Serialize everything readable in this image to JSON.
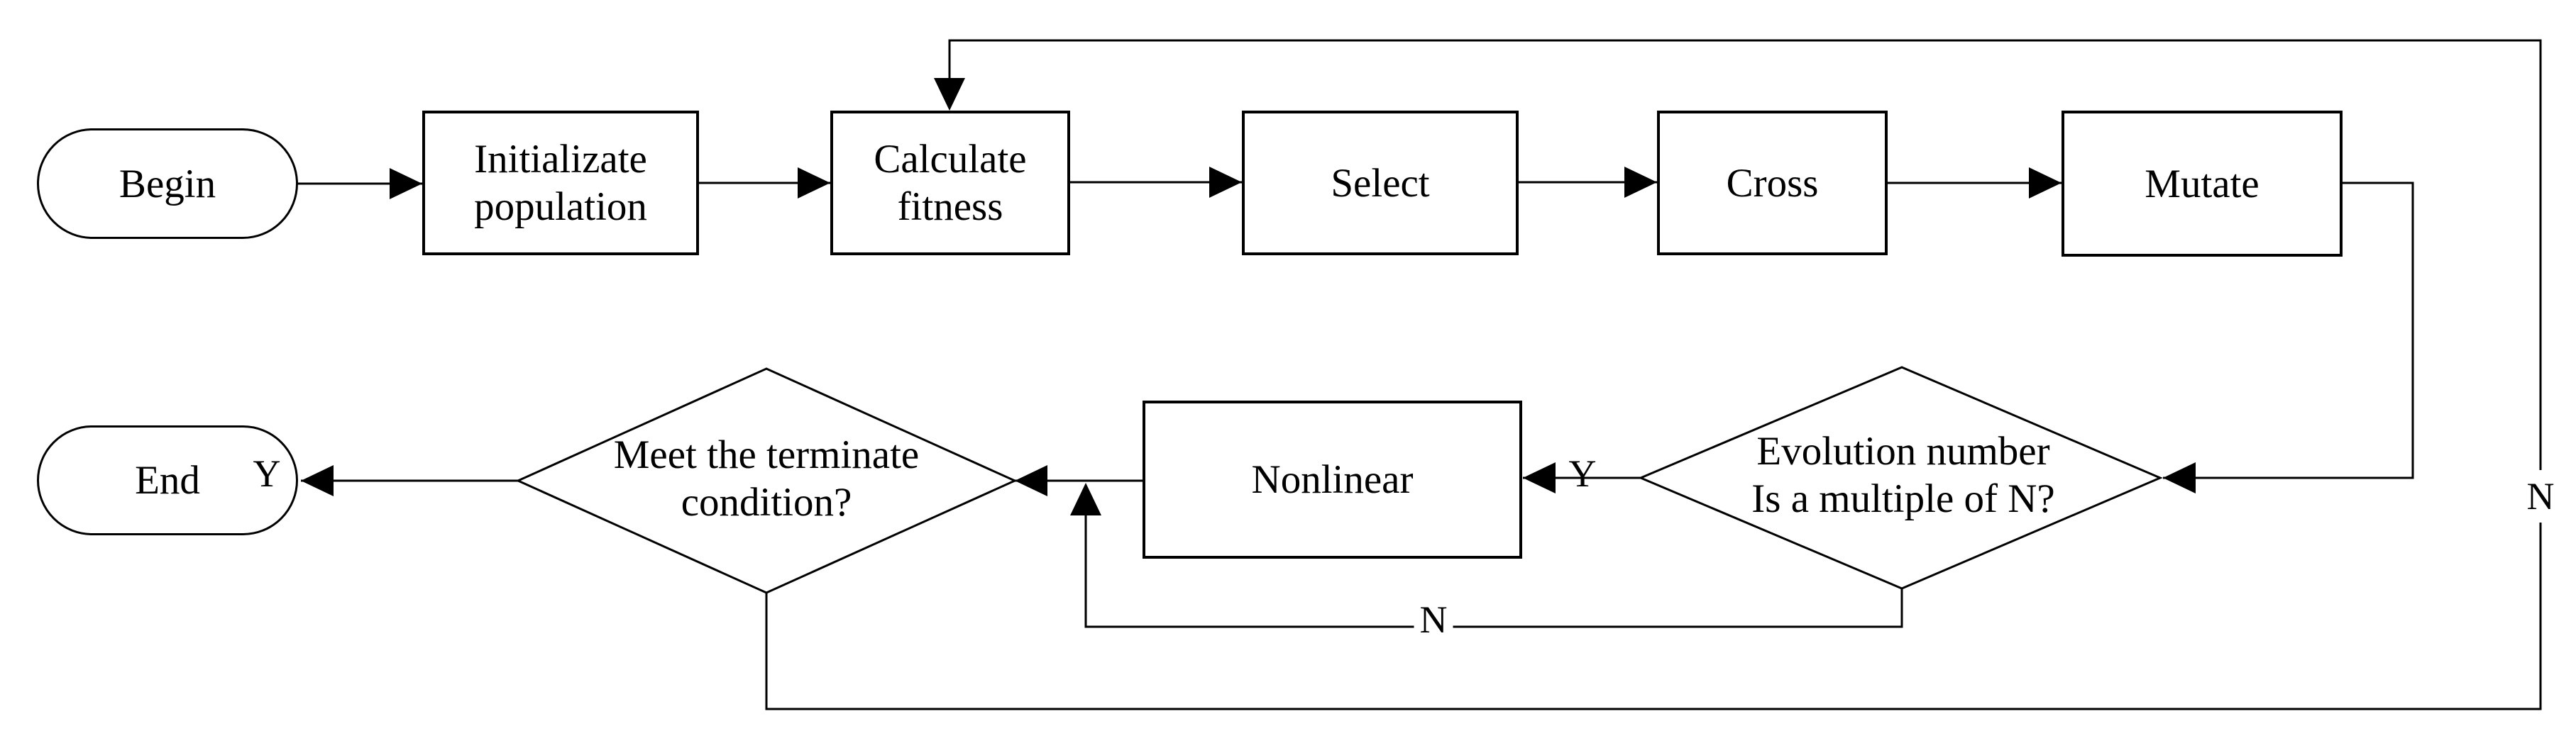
{
  "diagram": {
    "title": "Genetic algorithm flowchart",
    "colors": {
      "line": "#000000",
      "background": "#ffffff",
      "text": "#000000"
    }
  },
  "nodes": {
    "begin": {
      "label": "Begin"
    },
    "initialize_population": {
      "line1": "Initializate",
      "line2": "population"
    },
    "calculate_fitness": {
      "line1": "Calculate",
      "line2": "fitness"
    },
    "select": {
      "label": "Select"
    },
    "cross": {
      "label": "Cross"
    },
    "mutate": {
      "label": "Mutate"
    },
    "evolution_check": {
      "line1": "Evolution number",
      "line2": "Is a multiple of N?"
    },
    "nonlinear": {
      "label": "Nonlinear"
    },
    "terminate_check": {
      "line1": "Meet the terminate",
      "line2": "condition?"
    },
    "end": {
      "label": "End"
    }
  },
  "edge_labels": {
    "terminate_yes": "Y",
    "evolution_yes": "Y",
    "evolution_no": "N",
    "terminate_no": "N"
  }
}
